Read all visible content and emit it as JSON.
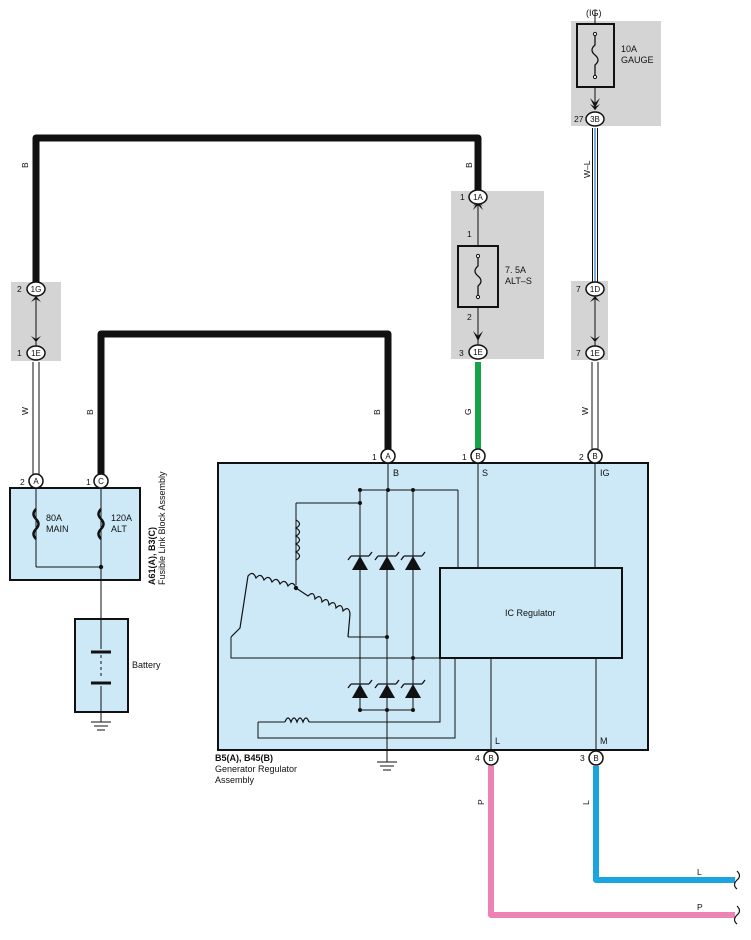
{
  "ig_label": "(IG)",
  "fuses": {
    "gauge": {
      "rating": "10A",
      "name": "GAUGE"
    },
    "alts": {
      "rating": "7. 5A",
      "name": "ALT–S"
    },
    "main": {
      "rating": "80A",
      "name": "MAIN"
    },
    "alt": {
      "rating": "120A",
      "name": "ALT"
    }
  },
  "connectors": {
    "c3b": "3B",
    "c1a": "1A",
    "c1g": "1G",
    "c1e_left": "1E",
    "c1e_mid": "1E",
    "c1d": "1D",
    "c1e_right": "1E",
    "fl_a": "A",
    "fl_c": "C",
    "gen_a": "A",
    "gen_bs": "B",
    "gen_big": "B",
    "gen_bl": "B",
    "gen_bm": "B"
  },
  "pins": {
    "p27": "27",
    "p1_1a": "1",
    "p1_fuse_top": "1",
    "p2_fuse_bot": "2",
    "p3_1e": "3",
    "p2_1g": "2",
    "p1_1e": "1",
    "p7_1d": "7",
    "p7_1e": "7",
    "p2_fa": "2",
    "p1_fc": "1",
    "p1_gen_a": "1",
    "p1_gen_s": "1",
    "p2_gen_ig": "2",
    "p4_gen_l": "4",
    "p3_gen_m": "3"
  },
  "wire_colors": {
    "b_top_left": "B",
    "b_top_right": "B",
    "w_l": "W–L",
    "w_left": "W",
    "b_mid": "B",
    "b_gen": "B",
    "g": "G",
    "w_right": "W",
    "p_vert": "P",
    "l_vert": "L",
    "l_end": "L",
    "p_end": "P"
  },
  "terminals": {
    "b": "B",
    "s": "S",
    "ig": "IG",
    "l": "L",
    "m": "M"
  },
  "ic_regulator": "IC Regulator",
  "fusible_link": {
    "code": "A61(A), B3(C)",
    "name": "Fusible Link Block Assembly"
  },
  "battery": "Battery",
  "generator": {
    "code": "B5(A), B45(B)",
    "name1": "Generator Regulator",
    "name2": "Assembly"
  },
  "colors": {
    "box_fill": "#cde9f8",
    "gray_fill": "#d4d4d4",
    "green": "#17a34a",
    "pink": "#ee82b4",
    "blue": "#1aa5e0",
    "wl_blue": "#3d8fd0",
    "black": "#111111"
  }
}
